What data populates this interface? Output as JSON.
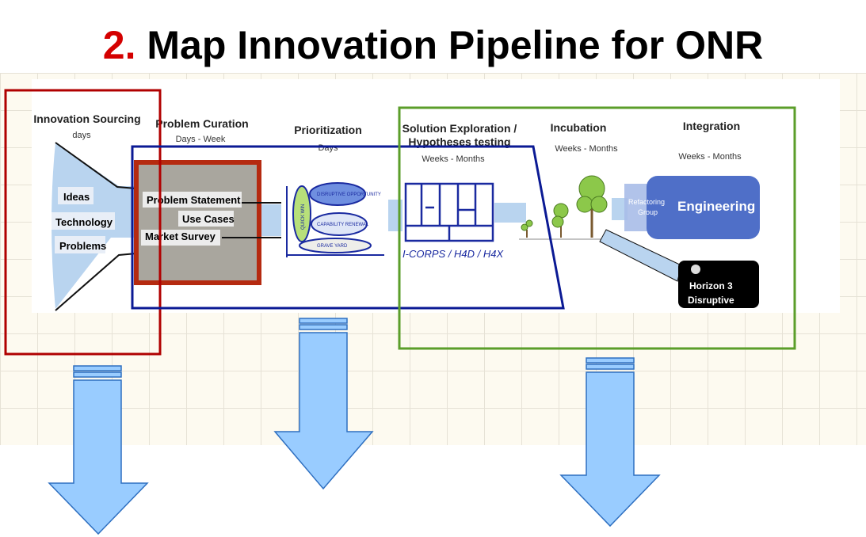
{
  "title": {
    "number": "2.",
    "text": "Map Innovation Pipeline for ONR"
  },
  "stages": [
    {
      "name": "Innovation Sourcing",
      "duration": "days"
    },
    {
      "name": "Problem Curation",
      "duration": "Days - Week"
    },
    {
      "name": "Prioritization",
      "duration": "Days"
    },
    {
      "name": "Solution Exploration /",
      "name2": "Hypotheses testing",
      "duration": "Weeks - Months"
    },
    {
      "name": "Incubation",
      "duration": "Weeks - Months"
    },
    {
      "name": "Integration",
      "duration": "Weeks - Months"
    }
  ],
  "sourcing_items": [
    "Ideas",
    "Technology",
    "Problems"
  ],
  "curation_items": [
    "Problem Statement",
    "Use Cases",
    "Market Survey"
  ],
  "prioritization_items": [
    "DISRUPTIVE OPPORTUNITY",
    "CAPABILITY RENEWAL",
    "GRAVE YARD",
    "QUICK WIN"
  ],
  "exploration_label": "I-CORPS / H4D / H4X",
  "refactoring_label": [
    "Refactoring",
    "Group"
  ],
  "engineering_label": "Engineering",
  "horizon_label": [
    "Horizon 3",
    "Disruptive"
  ],
  "colors": {
    "red_box": "#b00000",
    "blue_box": "#0b1a94",
    "green_box": "#5b9e2a",
    "arrow_fill": "#99ccff",
    "arrow_stroke": "#2e6fc0",
    "engineering": "#4f6fc8"
  }
}
